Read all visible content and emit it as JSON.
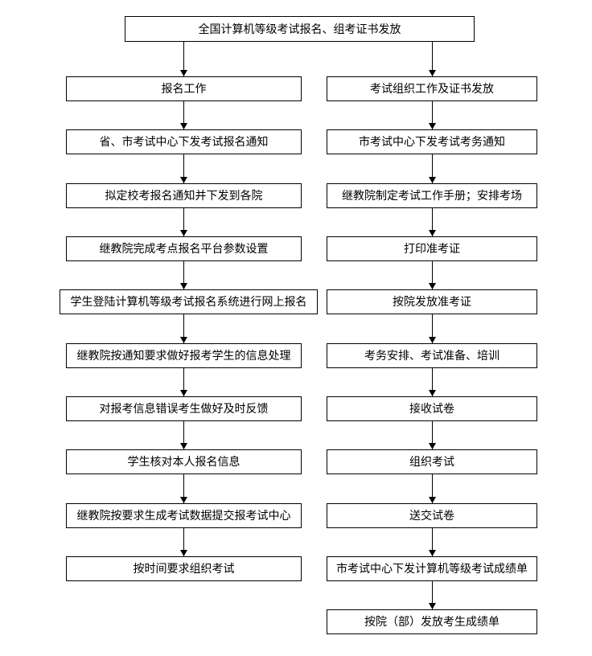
{
  "flowchart": {
    "root": "全国计算机等级考试报名、组考证书发放",
    "left_column": {
      "heading": "报名工作",
      "steps": [
        "省、市考试中心下发考试报名通知",
        "拟定校考报名通知并下发到各院",
        "继教院完成考点报名平台参数设置",
        "学生登陆计算机等级考试报名系统进行网上报名",
        "继教院按通知要求做好报考学生的信息处理",
        "对报考信息错误考生做好及时反馈",
        "学生核对本人报名信息",
        "继教院按要求生成考试数据提交报考试中心",
        "按时间要求组织考试"
      ]
    },
    "right_column": {
      "heading": "考试组织工作及证书发放",
      "steps": [
        "市考试中心下发考试考务通知",
        "继教院制定考试工作手册；安排考场",
        "打印准考证",
        "按院发放准考证",
        "考务安排、考试准备、培训",
        "接收试卷",
        "组织考试",
        "送交试卷",
        "市考试中心下发计算机等级考试成绩单",
        "按院（部）发放考生成绩单"
      ]
    },
    "colors": {
      "border": "#000000",
      "text": "#000000",
      "background": "#ffffff",
      "arrow": "#000000"
    }
  }
}
